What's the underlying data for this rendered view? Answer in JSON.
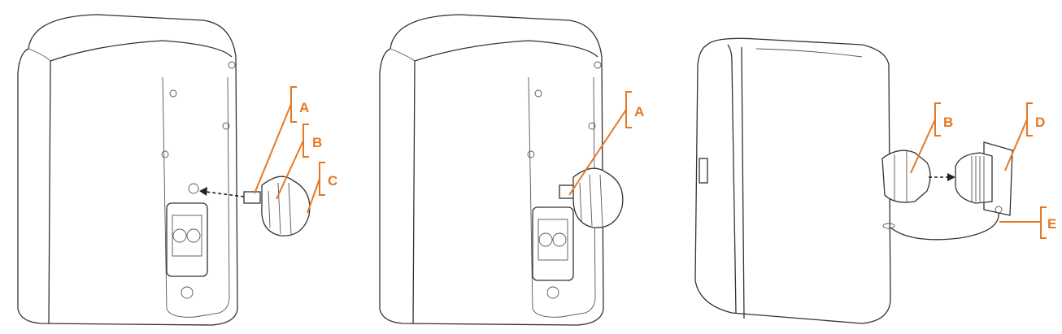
{
  "figure": {
    "accent_color": "#e87722",
    "panels": [
      {
        "labels": [
          "A",
          "B",
          "C"
        ]
      },
      {
        "labels": [
          "A"
        ]
      },
      {
        "labels": [
          "B",
          "D",
          "E"
        ]
      }
    ]
  }
}
